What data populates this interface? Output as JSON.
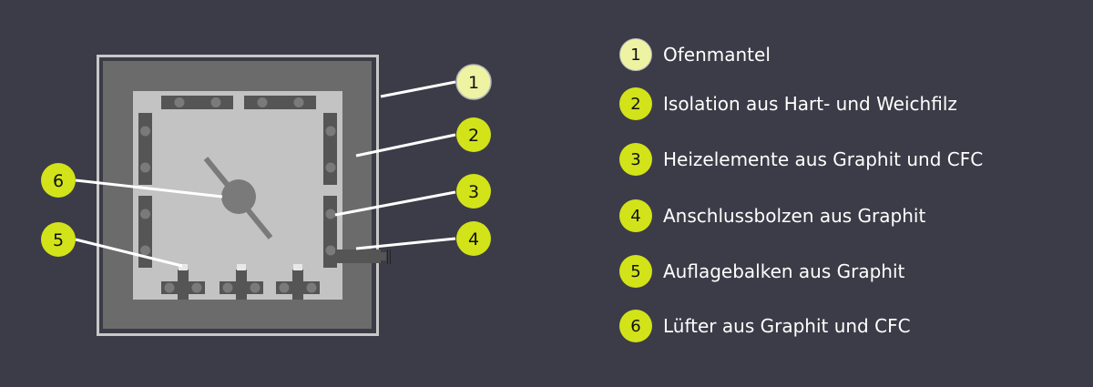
{
  "colors": {
    "background": "#3c3c48",
    "shell_outline": "#c8c8c8",
    "insulation": "#6b6b6b",
    "hot_zone": "#c3c3c3",
    "element": "#555555",
    "element_dot": "#7a7a7a",
    "fan": "#7a7a7a",
    "leader_line": "#ffffff",
    "badge_primary": "#d2e31a",
    "badge_light": "#edf3a3"
  },
  "callouts": [
    {
      "number": "1",
      "label": "Ofenmantel",
      "variant": "light"
    },
    {
      "number": "2",
      "label": "Isolation aus Hart- und Weichfilz",
      "variant": "primary"
    },
    {
      "number": "3",
      "label": "Heizelemente aus Graphit und CFC",
      "variant": "primary"
    },
    {
      "number": "4",
      "label": "Anschlussbolzen aus Graphit",
      "variant": "primary"
    },
    {
      "number": "5",
      "label": "Auflagebalken aus Graphit",
      "variant": "primary"
    },
    {
      "number": "6",
      "label": "Lüfter aus Graphit und CFC",
      "variant": "primary"
    }
  ]
}
